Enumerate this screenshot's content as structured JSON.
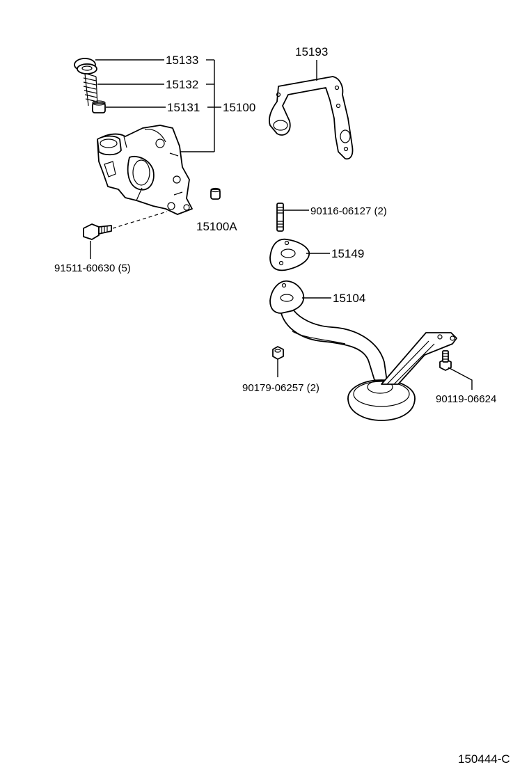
{
  "diagram_id": "150444-C",
  "parts": {
    "p15133": "15133",
    "p15132": "15132",
    "p15131": "15131",
    "p15100": "15100",
    "p15100A": "15100A",
    "p91511": "91511-60630 (5)",
    "p15193": "15193",
    "p90116": "90116-06127 (2)",
    "p15149": "15149",
    "p15104": "15104",
    "p90179": "90179-06257 (2)",
    "p90119": "90119-06624"
  }
}
